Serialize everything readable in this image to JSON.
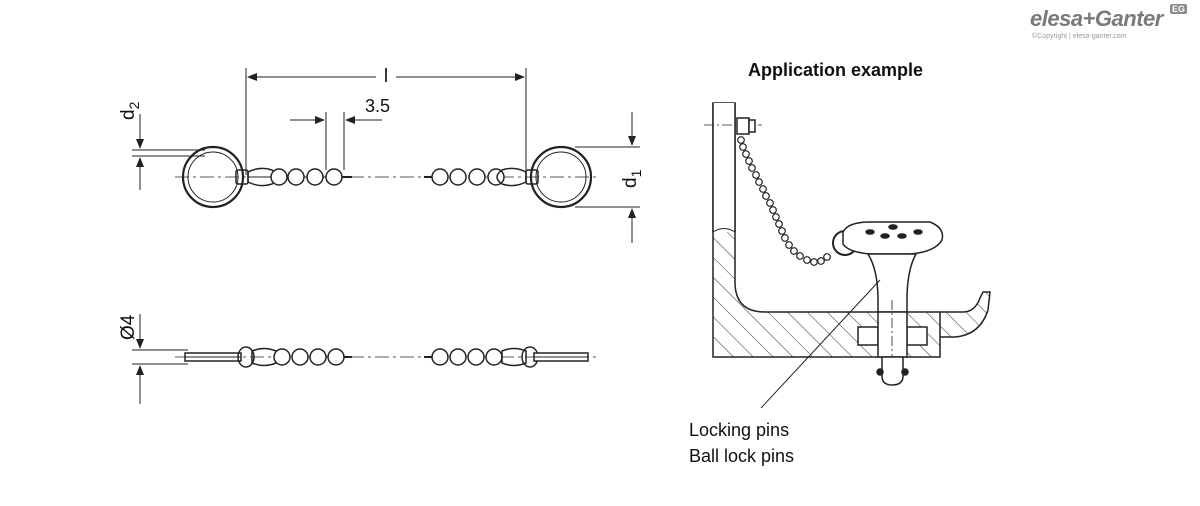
{
  "logo": {
    "brand": "elesa+Ganter",
    "badge": "EG",
    "copyright": "©Copyright | elesa-ganter.com"
  },
  "dimensions": {
    "length": "l",
    "pitch": "3.5",
    "d2": "d2",
    "d1": "d1",
    "diameter": "Ø4"
  },
  "application": {
    "title": "Application example",
    "caption_line1": "Locking pins",
    "caption_line2": "Ball lock pins"
  },
  "colors": {
    "line": "#222222",
    "hatch": "#333333"
  }
}
